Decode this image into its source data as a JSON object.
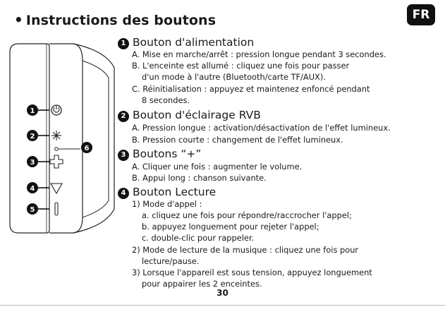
{
  "header": {
    "bullet": "•",
    "title": "Instructions des boutons",
    "lang": "FR"
  },
  "diagram": {
    "callouts": [
      "1",
      "2",
      "3",
      "4",
      "5",
      "6"
    ],
    "icons": [
      "power-icon",
      "light-icon",
      "plus-icon",
      "play-triangle-icon",
      "button-bar-icon",
      "microphone-dot-icon"
    ]
  },
  "sections": [
    {
      "num": "1",
      "title": "Bouton d'alimentation",
      "lines": [
        "A. Mise en marche/arrêt : pression longue pendant 3 secondes.",
        "B. L'enceinte est allumé : cliquez une fois pour passer",
        "d'un mode à l'autre (Bluetooth/carte TF/AUX).",
        "C. Réinitialisation : appuyez et maintenez enfoncé pendant",
        "8 secondes."
      ]
    },
    {
      "num": "2",
      "title": "Bouton d'éclairage RVB",
      "lines": [
        "A. Pression longue : activation/désactivation de l'effet lumineux.",
        "B. Pression courte : changement de l'effet lumineux."
      ]
    },
    {
      "num": "3",
      "title": "Boutons “+”",
      "lines": [
        "A. Cliquer une fois : augmenter le volume.",
        "B. Appui long : chanson suivante."
      ]
    },
    {
      "num": "4",
      "title": "Bouton Lecture",
      "lines": [
        "1) Mode d'appel :",
        "a. cliquez une fois pour répondre/raccrocher l'appel;",
        "b. appuyez longuement pour rejeter l'appel;",
        "c. double-clic pour rappeler.",
        "2) Mode de lecture de la musique : cliquez une fois pour",
        "lecture/pause.",
        "3) Lorsque l'appareil est sous tension, appuyez longuement",
        "pour appairer les 2 enceintes."
      ]
    }
  ],
  "footer": {
    "page": "30"
  }
}
